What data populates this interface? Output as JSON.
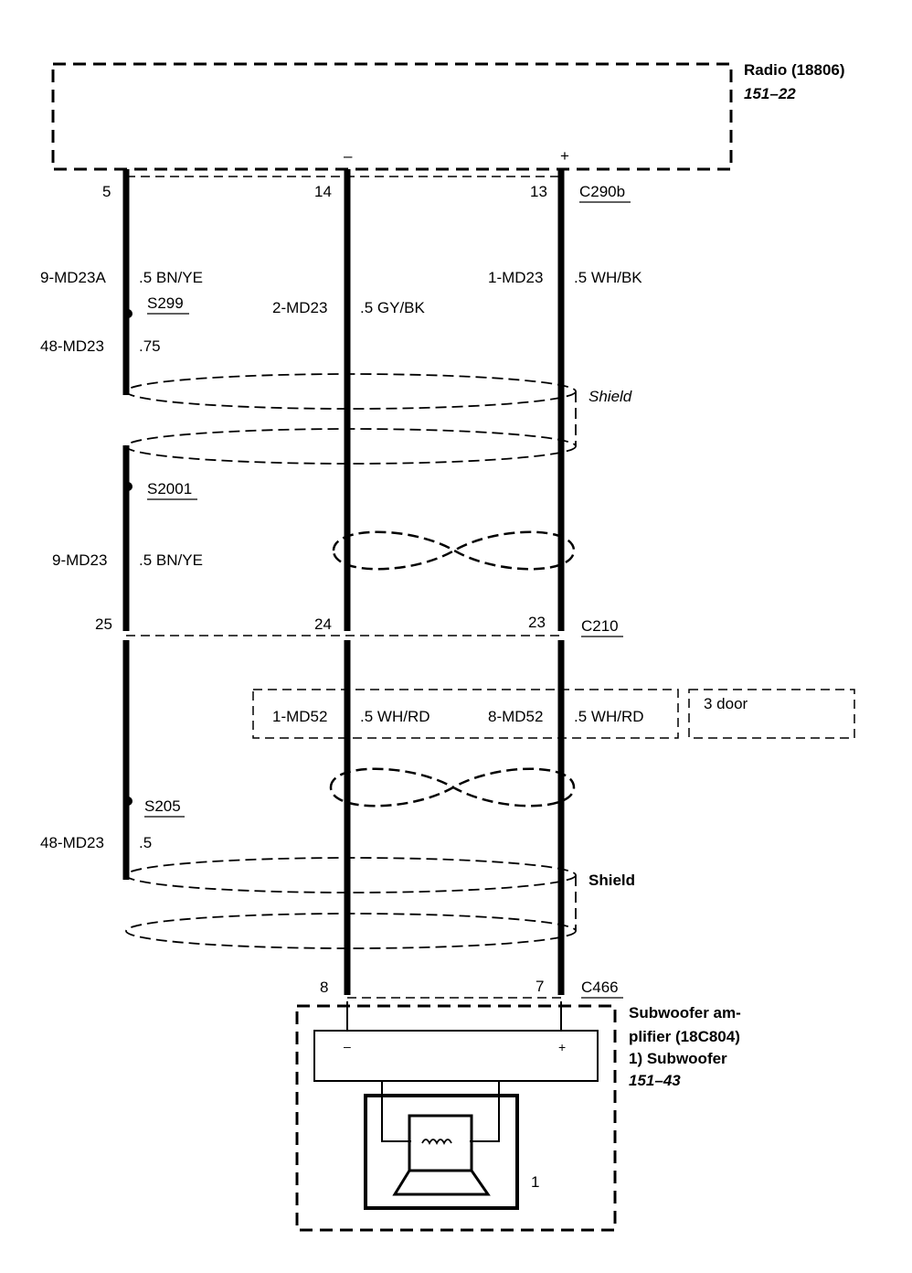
{
  "radio": {
    "title": "Radio (18806)",
    "ref": "151–22",
    "minus": "–",
    "plus": "+"
  },
  "connectors": {
    "c290b": "C290b",
    "c210": "C210",
    "c466": "C466"
  },
  "pins": {
    "p5": "5",
    "p14": "14",
    "p13": "13",
    "p25": "25",
    "p24": "24",
    "p23": "23",
    "p8": "8",
    "p7": "7"
  },
  "wires": {
    "w_9md23a": "9-MD23A",
    "w_9md23a_col": ".5 BN/YE",
    "w_2md23": "2-MD23",
    "w_2md23_col": ".5 GY/BK",
    "w_1md23": "1-MD23",
    "w_1md23_col": ".5 WH/BK",
    "w_48md23_top": "48-MD23",
    "w_48md23_top_col": ".75",
    "w_9md23": "9-MD23",
    "w_9md23_col": ".5 BN/YE",
    "w_1md52": "1-MD52",
    "w_1md52_col": ".5 WH/RD",
    "w_8md52": "8-MD52",
    "w_8md52_col": ".5 WH/RD",
    "w_48md23_bot": "48-MD23",
    "w_48md23_bot_col": ".5"
  },
  "splices": {
    "s299": "S299",
    "s2001": "S2001",
    "s205": "S205"
  },
  "shields": {
    "top": "Shield",
    "bottom": "Shield"
  },
  "option": {
    "three_door": "3 door"
  },
  "amp": {
    "line1": "Subwoofer am-",
    "line2": "plifier (18C804)",
    "line3": "1)   Subwoofer",
    "ref": "151–43",
    "minus": "–",
    "plus": "+",
    "callout": "1"
  }
}
